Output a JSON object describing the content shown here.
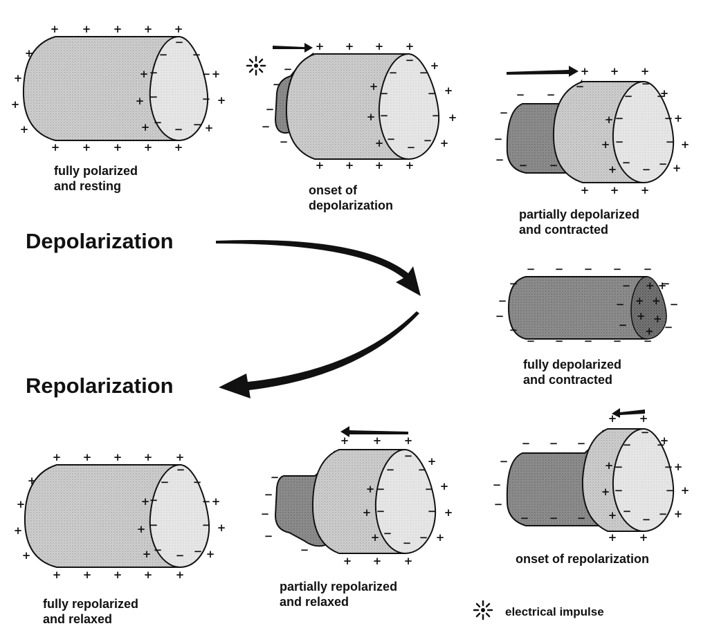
{
  "headings": {
    "depolarization": "Depolarization",
    "repolarization": "Repolarization"
  },
  "stages": {
    "fully_polarized": "fully polarized\nand resting",
    "onset_depolarization": "onset of\ndepolarization",
    "partially_depolarized": "partially depolarized\nand contracted",
    "fully_depolarized": "fully depolarized\nand contracted",
    "onset_repolarization": "onset of repolarization",
    "partially_repolarized": "partially repolarized\nand relaxed",
    "fully_repolarized": "fully repolarized\nand relaxed"
  },
  "legend": {
    "electrical_impulse": "electrical impulse"
  },
  "symbols": {
    "positive": "+",
    "negative": "−",
    "impulse_icon": "starburst-icon"
  },
  "colors": {
    "stippled_fill": "#c9c9c9",
    "dark_fill": "#8a8a8a",
    "end_fill": "#e4e4e4",
    "ink": "#111111"
  }
}
